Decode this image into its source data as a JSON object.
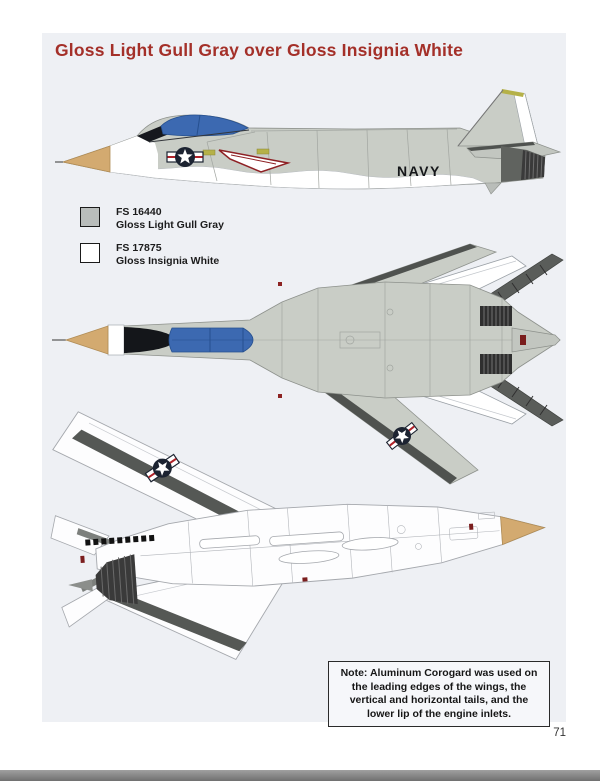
{
  "page": {
    "title": "Gloss Light Gull Gray over Gloss Insignia White",
    "page_number": "71"
  },
  "legend": {
    "items": [
      {
        "code": "FS 16440",
        "name": "Gloss Light Gull Gray",
        "swatch": "#b9bdbb"
      },
      {
        "code": "FS 17875",
        "name": "Gloss Insignia White",
        "swatch": "#ffffff"
      }
    ]
  },
  "note": {
    "text": "Note:  Aluminum Corogard was used on the leading edges of the wings, the vertical and horizontal tails, and the lower lip of the engine inlets."
  },
  "markings": {
    "navy": "NAVY"
  },
  "colors": {
    "title_red": "#a43029",
    "gull_gray": "#c9cdc6",
    "insignia_white": "#ffffff",
    "canopy_blue": "#3c69b1",
    "radome_tan": "#d3aa70",
    "corogard_dark": "#4f524f",
    "exhaust_dark": "#3a3a3a",
    "panel_background": "#eef0f4",
    "footer_bar": "#8c8c8c",
    "formation_light_olive": "#b5b148",
    "chevron_red": "#8e2024",
    "insignia_blue": "#1c2331"
  }
}
